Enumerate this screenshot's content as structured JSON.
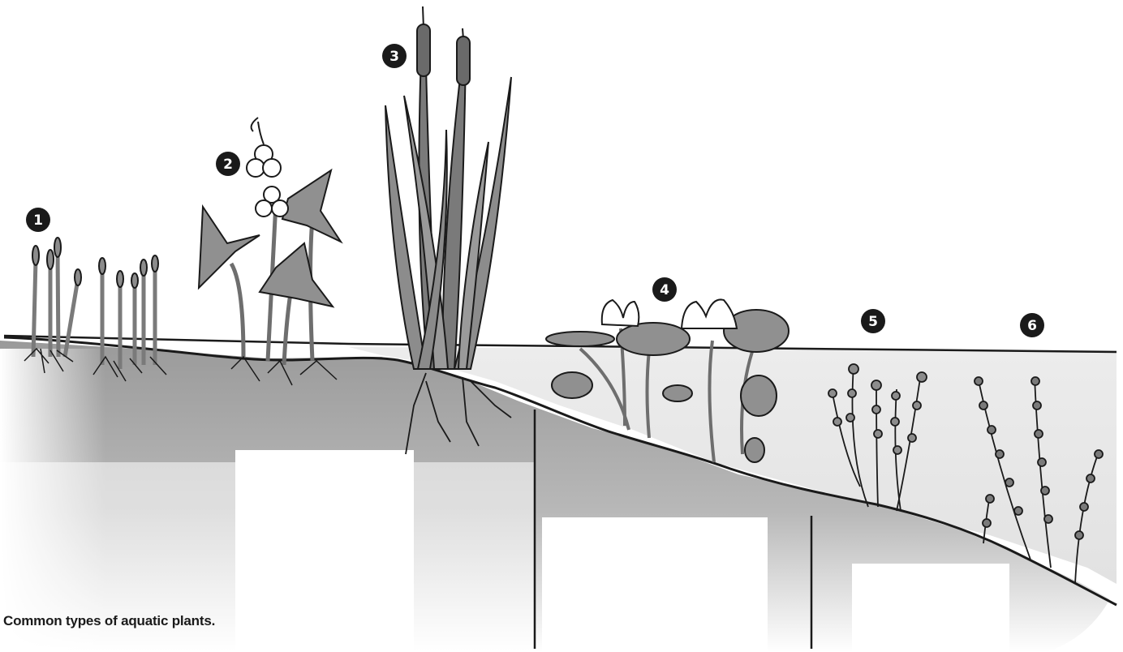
{
  "caption": "Common types of aquatic plants.",
  "markers": [
    {
      "label": "1"
    },
    {
      "label": "2"
    },
    {
      "label": "3"
    },
    {
      "label": "4"
    },
    {
      "label": "5"
    },
    {
      "label": "6"
    }
  ],
  "colors": {
    "ink": "#1a1a1a",
    "plant": "#8c8c8c",
    "plant_dark": "#6e6e6e",
    "soil": "#a9a9a9",
    "water": "#e8e8e8",
    "marker": "#1a1a1a"
  }
}
